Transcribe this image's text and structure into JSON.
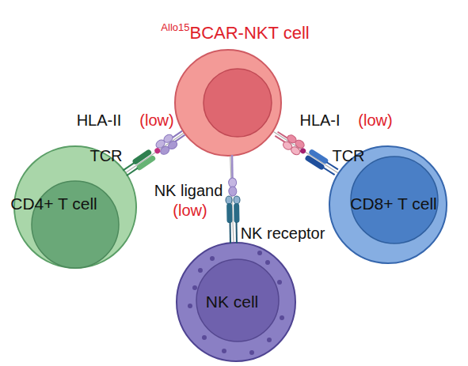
{
  "diagram": {
    "nodes": [
      {
        "text": [
          "Allo15",
          "BCAR-NKT cell"
        ]
      },
      {
        "text": [
          "CD4+ T cell"
        ]
      },
      {
        "text": [
          "CD8+ T cell"
        ]
      },
      {
        "text": [
          "NK cell"
        ]
      }
    ],
    "edges": [
      {
        "from": 1,
        "to": 0,
        "arrow": "none"
      },
      {
        "from": 2,
        "to": 0,
        "arrow": "none"
      },
      {
        "from": 3,
        "to": 0,
        "arrow": "none"
      }
    ],
    "labels": [
      "HLA-II",
      "(low)",
      "HLA-I",
      "(low)",
      "TCR",
      "TCR",
      "NK ligand",
      "(low)",
      "NK receptor"
    ]
  }
}
